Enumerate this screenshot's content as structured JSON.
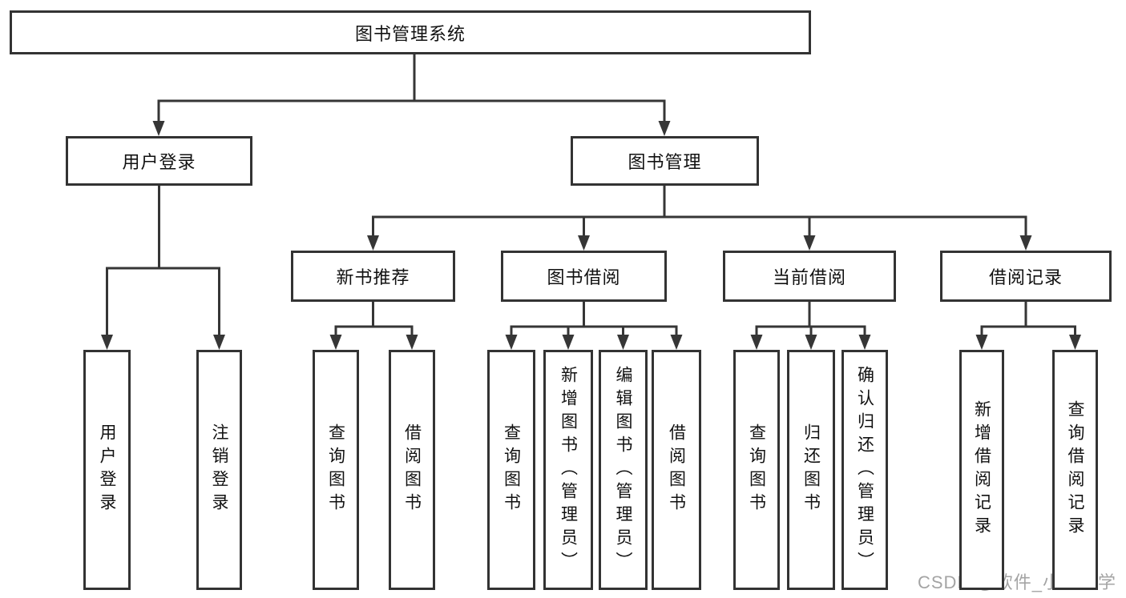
{
  "diagram": {
    "type": "hierarchy-tree",
    "title": "图书管理系统",
    "watermark": "CSDN @软件_小贺同学",
    "colors": {
      "line": "#363636",
      "box_border": "#333333",
      "text": "#111111",
      "background": "#ffffff",
      "watermark": "#9b9b9b"
    },
    "nodes": {
      "system": {
        "label": "图书管理系统",
        "children": [
          "user-login-module",
          "book-management"
        ]
      },
      "user-login-module": {
        "label": "用户登录",
        "children": [
          "user-login",
          "logout"
        ]
      },
      "book-management": {
        "label": "图书管理",
        "children": [
          "new-book-recommend",
          "book-borrow",
          "current-borrow",
          "borrow-record"
        ]
      },
      "new-book-recommend": {
        "label": "新书推荐",
        "children": [
          "query-book-1",
          "borrow-book-1"
        ]
      },
      "book-borrow": {
        "label": "图书借阅",
        "children": [
          "query-book-2",
          "add-book",
          "edit-book",
          "borrow-book-2"
        ]
      },
      "current-borrow": {
        "label": "当前借阅",
        "children": [
          "query-book-3",
          "return-book",
          "confirm-return"
        ]
      },
      "borrow-record": {
        "label": "借阅记录",
        "children": [
          "add-borrow-record",
          "query-borrow-record"
        ]
      },
      "user-login": {
        "label": "用户登录"
      },
      "logout": {
        "label": "注销登录"
      },
      "query-book-1": {
        "label": "查询图书"
      },
      "borrow-book-1": {
        "label": "借阅图书"
      },
      "query-book-2": {
        "label": "查询图书"
      },
      "add-book": {
        "label": "新增图书（管理员）"
      },
      "edit-book": {
        "label": "编辑图书（管理员）"
      },
      "borrow-book-2": {
        "label": "借阅图书"
      },
      "query-book-3": {
        "label": "查询图书"
      },
      "return-book": {
        "label": "归还图书"
      },
      "confirm-return": {
        "label": "确认归还（管理员）"
      },
      "add-borrow-record": {
        "label": "新增借阅记录"
      },
      "query-borrow-record": {
        "label": "查询借阅记录"
      }
    }
  }
}
